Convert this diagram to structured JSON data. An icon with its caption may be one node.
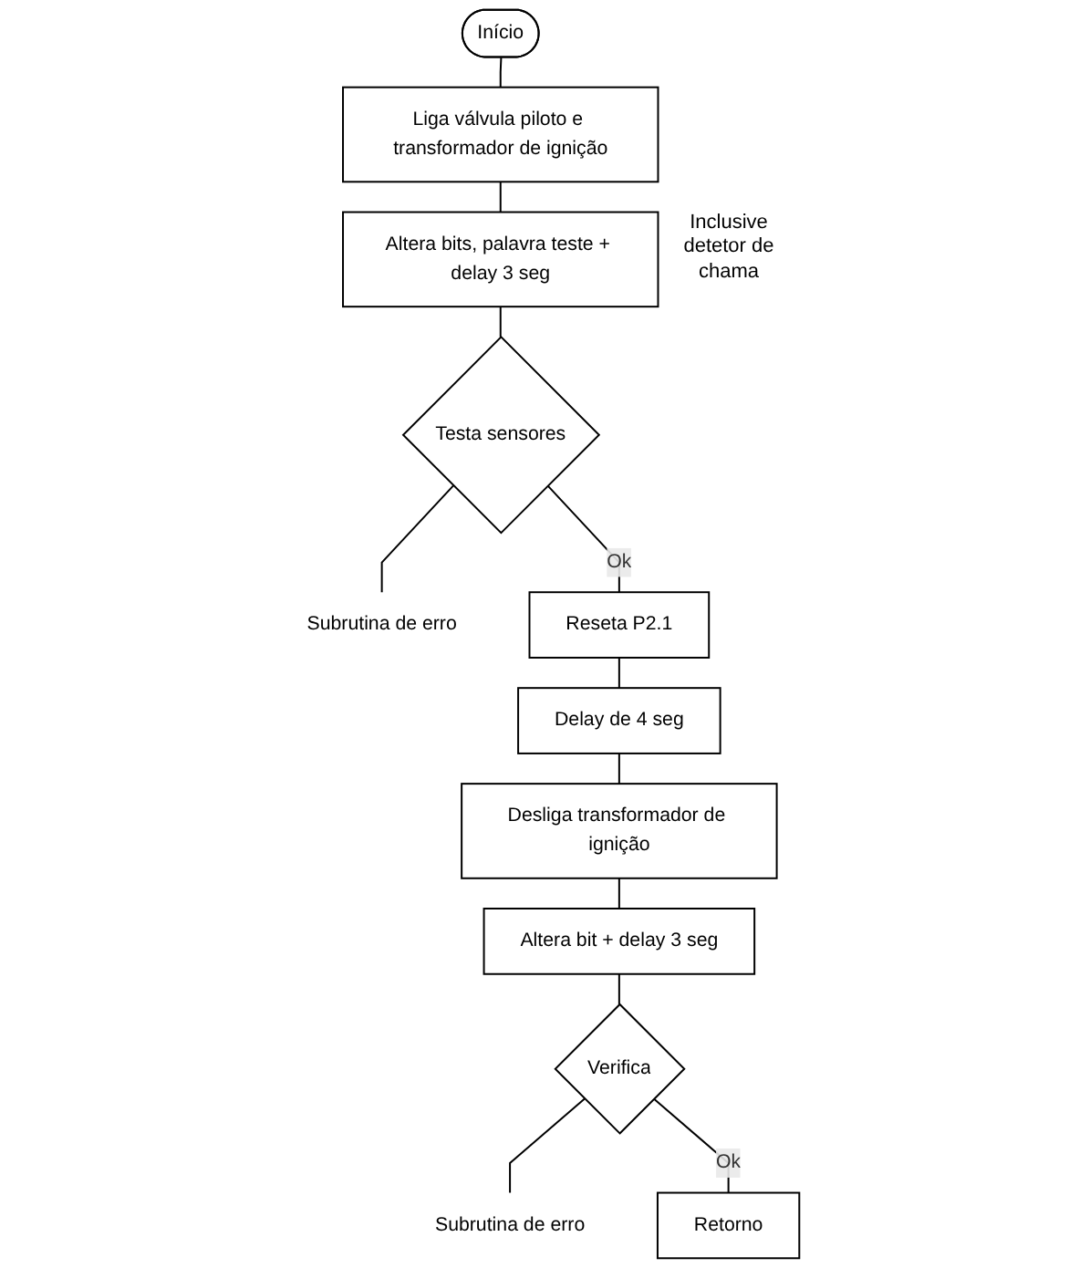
{
  "diagram": {
    "nodes": [
      {
        "text": [
          "Início"
        ]
      },
      {
        "text": [
          "Liga válvula piloto e transformador de ignição"
        ]
      },
      {
        "text": [
          "Altera bits, palavra teste + delay 3 seg"
        ],
        "beside": [
          "Inclusive detetor de chama"
        ]
      },
      {
        "text": [
          "Testa sensores"
        ]
      },
      {
        "text": [
          "Subrutina de erro"
        ]
      },
      {
        "text": [
          "Reseta P2.1"
        ]
      },
      {
        "text": [
          "Delay de 4 seg"
        ]
      },
      {
        "text": [
          "Desliga transformador de ignição"
        ]
      },
      {
        "text": [
          "Altera bit + delay 3 seg"
        ]
      },
      {
        "text": [
          "Verifica"
        ]
      },
      {
        "text": [
          "Subrutina de erro"
        ]
      },
      {
        "text": [
          "Retorno"
        ]
      }
    ],
    "edges": [
      {
        "from": 0,
        "to": 1,
        "arrow": "none"
      },
      {
        "from": 1,
        "to": 2,
        "arrow": "none"
      },
      {
        "from": 2,
        "to": 3,
        "arrow": "none"
      },
      {
        "from": 3,
        "to": 4,
        "arrow": "none"
      },
      {
        "from": 3,
        "to": 5,
        "label": "Ok",
        "arrow": "none"
      },
      {
        "from": 5,
        "to": 6,
        "arrow": "none"
      },
      {
        "from": 6,
        "to": 7,
        "arrow": "none"
      },
      {
        "from": 7,
        "to": 8,
        "arrow": "none"
      },
      {
        "from": 8,
        "to": 9,
        "arrow": "none"
      },
      {
        "from": 9,
        "to": 10,
        "arrow": "none"
      },
      {
        "from": 9,
        "to": 11,
        "label": "Ok",
        "arrow": "none"
      }
    ]
  }
}
